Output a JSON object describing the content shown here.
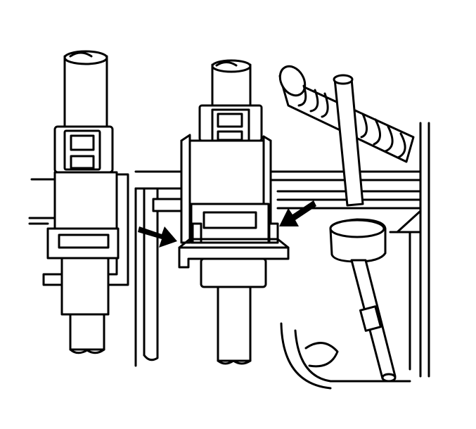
{
  "figure": {
    "background": "#ffffff",
    "line_color": "#000000",
    "parts": [
      {
        "id": "left-switch",
        "icon": "brake-pedal-switch-icon"
      },
      {
        "id": "center-switch",
        "icon": "cruise-control-switch-icon"
      },
      {
        "id": "retainer-arrows",
        "icon": "arrow-icon",
        "count": 2
      },
      {
        "id": "brake-pedal-arm",
        "icon": "pedal-arm-icon"
      },
      {
        "id": "push-rod",
        "icon": "push-rod-icon"
      }
    ]
  }
}
